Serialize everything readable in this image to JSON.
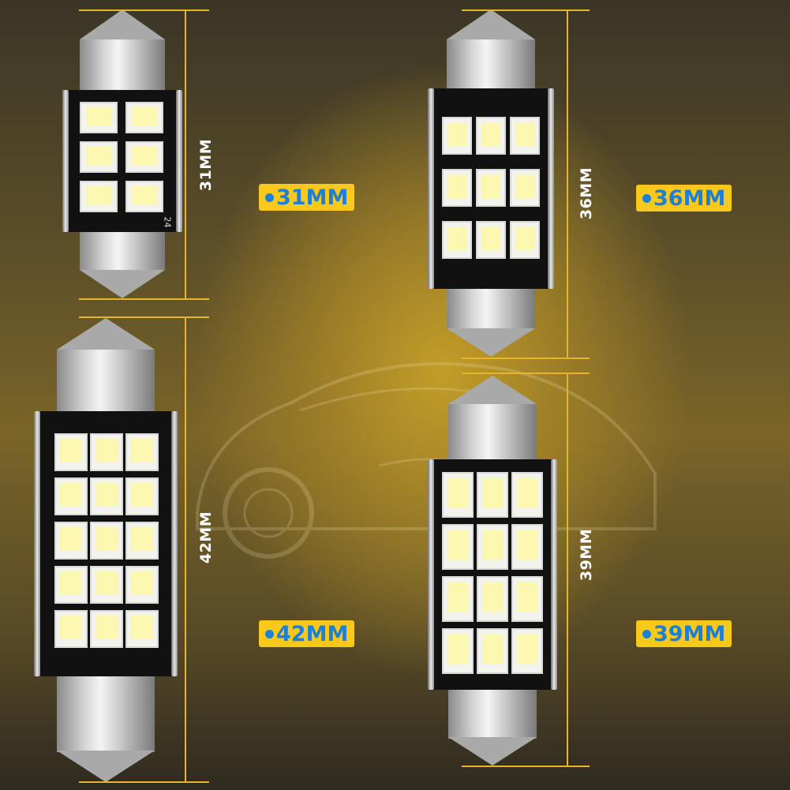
{
  "image": {
    "subject": "Festoon LED car interior bulbs in four sizes with dimension markers",
    "background_colors": [
      "#2f2a20",
      "#7a6428",
      "#c8a028"
    ],
    "accent_line_color": "#e6b52c",
    "badge_bg_color": "#f8c81c",
    "badge_text_color": "#1e7fd6"
  },
  "bulbs": [
    {
      "id": "31mm",
      "dimension_label": "31MM",
      "badge_label": "31MM",
      "led_columns": 2,
      "led_rows": 3,
      "led_count": 6,
      "pcb_marking": "24"
    },
    {
      "id": "36mm",
      "dimension_label": "36MM",
      "badge_label": "36MM",
      "led_columns": 3,
      "led_rows": 3,
      "led_count": 9
    },
    {
      "id": "42mm",
      "dimension_label": "42MM",
      "badge_label": "42MM",
      "led_columns": 3,
      "led_rows": 5,
      "led_count": 15
    },
    {
      "id": "39mm",
      "dimension_label": "39MM",
      "badge_label": "39MM",
      "led_columns": 3,
      "led_rows": 4,
      "led_count": 12
    }
  ]
}
